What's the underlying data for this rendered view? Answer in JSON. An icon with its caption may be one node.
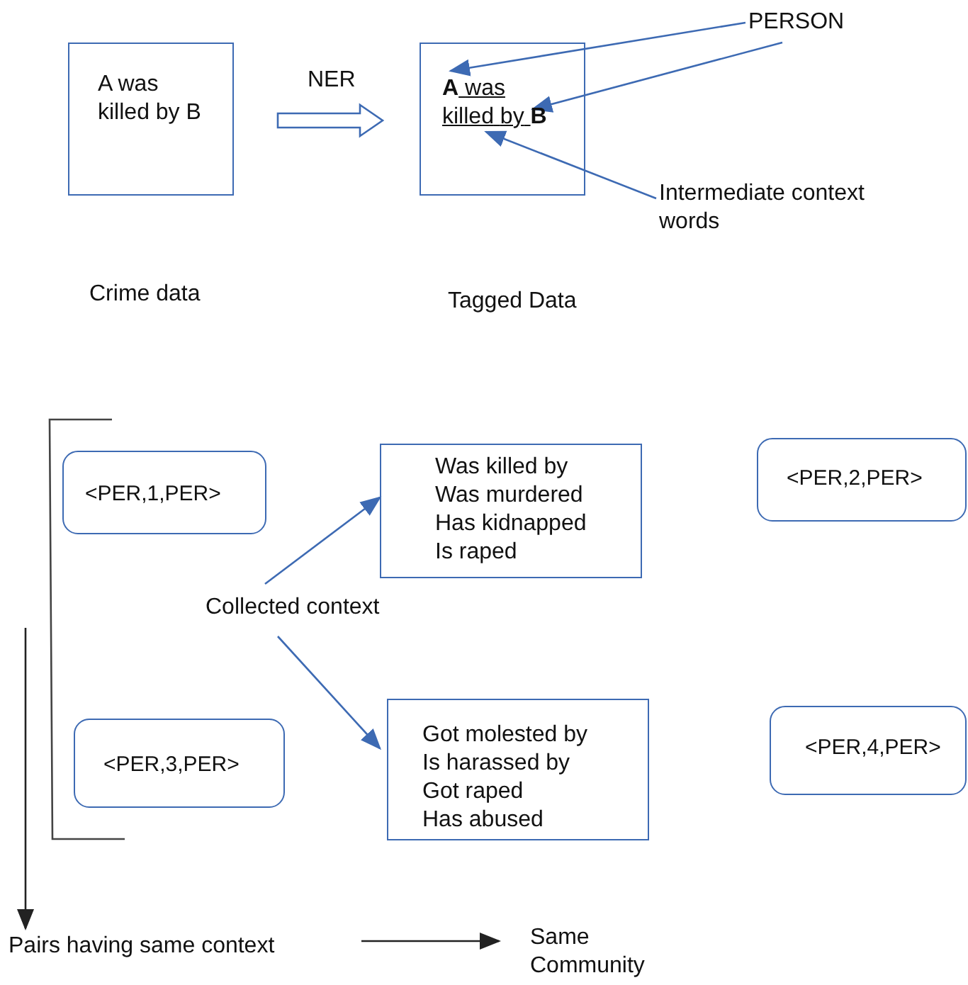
{
  "diagram": {
    "nodes": [
      {
        "text": [
          "A was killed by B"
        ]
      },
      {
        "text": [
          "**A** was killed by **B**"
        ]
      },
      {
        "text": [
          "PERSON"
        ]
      },
      {
        "text": [
          "Intermediate context words"
        ]
      },
      {
        "text": [
          "<PER,1,PER>"
        ]
      },
      {
        "text": [
          "Was killed by Was murdered Has kidnapped Is raped"
        ]
      },
      {
        "text": [
          "<PER,2,PER>"
        ]
      },
      {
        "text": [
          "Collected context"
        ]
      },
      {
        "text": [
          "<PER,3,PER>"
        ]
      },
      {
        "text": [
          "Got molested by Is harassed by Got raped Has abused"
        ]
      },
      {
        "text": [
          "<PER,4,PER>"
        ]
      },
      {
        "text": [
          "Pairs having same context"
        ]
      },
      {
        "text": [
          "Same Community"
        ]
      }
    ],
    "edges": [
      {
        "from": 0,
        "to": 1,
        "label": "NER",
        "arrow": "to",
        "style": "thick"
      },
      {
        "from": 2,
        "to": 1,
        "arrow": "to"
      },
      {
        "from": 2,
        "to": 1,
        "arrow": "to"
      },
      {
        "from": 3,
        "to": 1,
        "arrow": "to"
      },
      {
        "from": 7,
        "to": 5,
        "arrow": "to"
      },
      {
        "from": 7,
        "to": 9,
        "arrow": "to"
      },
      {
        "from": null,
        "to": 11,
        "arrow": "to",
        "color": "#222222"
      },
      {
        "from": 11,
        "to": 12,
        "arrow": "to",
        "color": "#222222"
      }
    ],
    "labels": [
      "Crime data",
      "Tagged Data"
    ]
  }
}
